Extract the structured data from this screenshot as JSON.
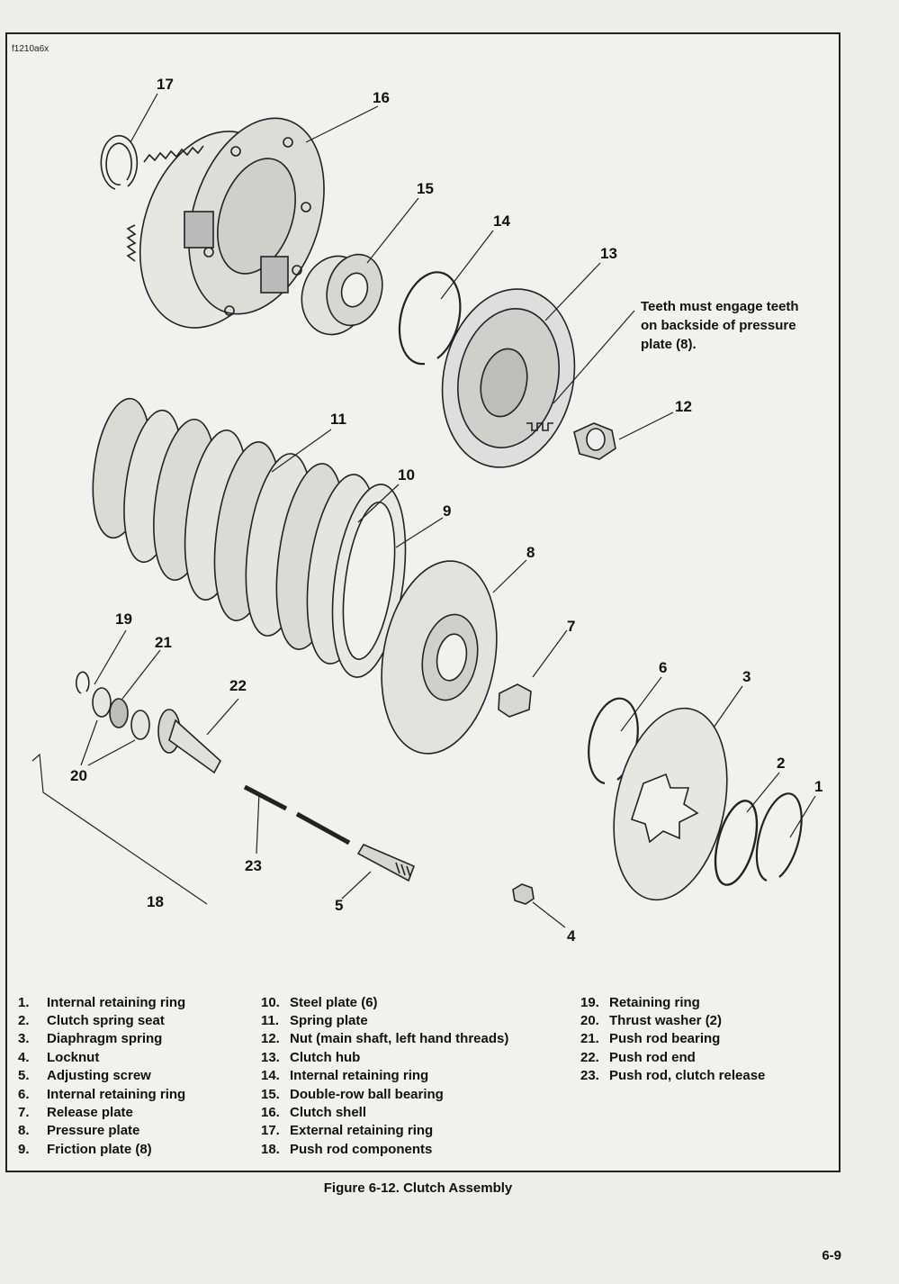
{
  "figure_id": "f1210a6x",
  "callouts": {
    "c1": "1",
    "c2": "2",
    "c3": "3",
    "c4": "4",
    "c5": "5",
    "c6": "6",
    "c7": "7",
    "c8": "8",
    "c9": "9",
    "c10": "10",
    "c11": "11",
    "c12": "12",
    "c13": "13",
    "c14": "14",
    "c15": "15",
    "c16": "16",
    "c17": "17",
    "c18": "18",
    "c19": "19",
    "c20": "20",
    "c21": "21",
    "c22": "22",
    "c23": "23"
  },
  "note": "Teeth must engage teeth on backside of pressure plate (8).",
  "legend": [
    [
      {
        "num": "1.",
        "text": "Internal retaining ring"
      },
      {
        "num": "2.",
        "text": "Clutch spring seat"
      },
      {
        "num": "3.",
        "text": "Diaphragm spring"
      },
      {
        "num": "4.",
        "text": "Locknut"
      },
      {
        "num": "5.",
        "text": "Adjusting screw"
      },
      {
        "num": "6.",
        "text": "Internal retaining ring"
      },
      {
        "num": "7.",
        "text": "Release plate"
      },
      {
        "num": "8.",
        "text": "Pressure plate"
      },
      {
        "num": "9.",
        "text": "Friction plate (8)"
      }
    ],
    [
      {
        "num": "10.",
        "text": "Steel plate (6)"
      },
      {
        "num": "11.",
        "text": "Spring plate"
      },
      {
        "num": "12.",
        "text": "Nut (main shaft, left hand threads)"
      },
      {
        "num": "13.",
        "text": "Clutch hub"
      },
      {
        "num": "14.",
        "text": "Internal retaining ring"
      },
      {
        "num": "15.",
        "text": "Double-row ball bearing"
      },
      {
        "num": "16.",
        "text": "Clutch shell"
      },
      {
        "num": "17.",
        "text": "External retaining ring"
      },
      {
        "num": "18.",
        "text": "Push rod components"
      }
    ],
    [
      {
        "num": "19.",
        "text": "Retaining ring"
      },
      {
        "num": "20.",
        "text": "Thrust washer (2)"
      },
      {
        "num": "21.",
        "text": "Push rod bearing"
      },
      {
        "num": "22.",
        "text": "Push rod end"
      },
      {
        "num": "23.",
        "text": "Push rod, clutch release"
      }
    ]
  ],
  "caption": "Figure 6-12. Clutch Assembly",
  "page_number": "6-9"
}
